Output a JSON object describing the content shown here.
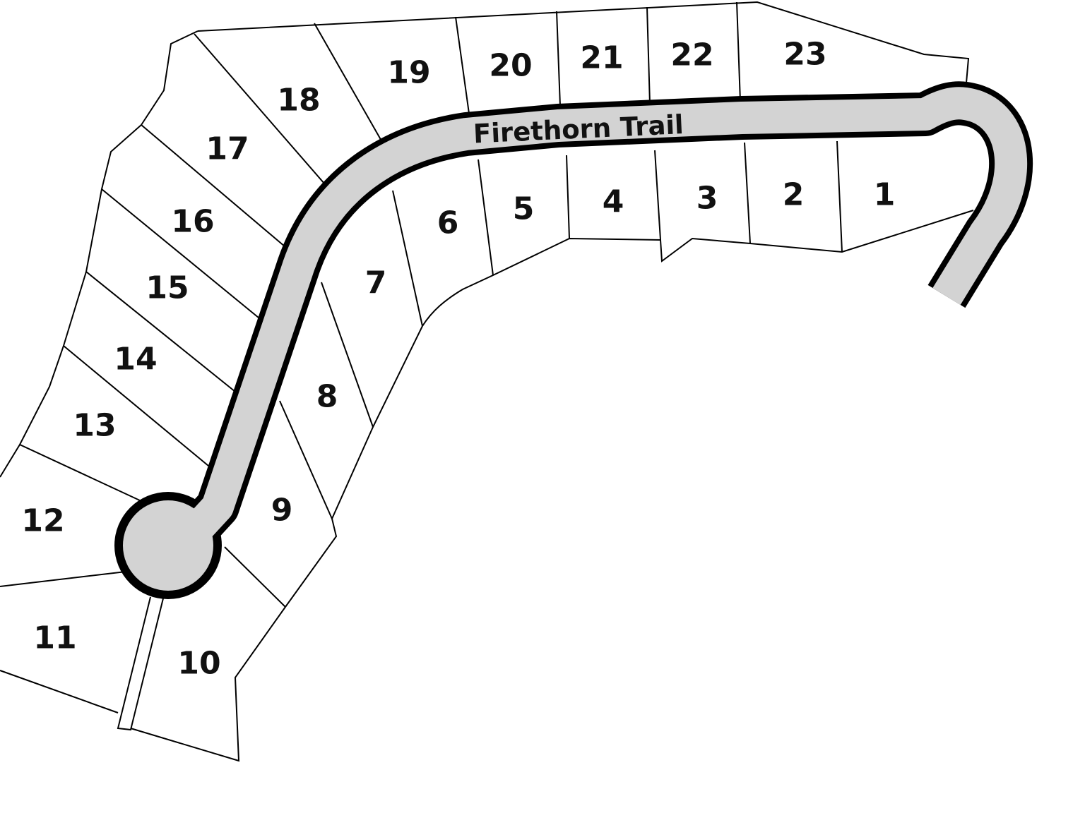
{
  "map": {
    "street_name": "Firethorn Trail",
    "colors": {
      "road_fill": "#d3d3d3",
      "road_edge": "#000000",
      "lot_lines": "#000000",
      "background": "#ffffff"
    },
    "lots": [
      {
        "number": "1"
      },
      {
        "number": "2"
      },
      {
        "number": "3"
      },
      {
        "number": "4"
      },
      {
        "number": "5"
      },
      {
        "number": "6"
      },
      {
        "number": "7"
      },
      {
        "number": "8"
      },
      {
        "number": "9"
      },
      {
        "number": "10"
      },
      {
        "number": "11"
      },
      {
        "number": "12"
      },
      {
        "number": "13"
      },
      {
        "number": "14"
      },
      {
        "number": "15"
      },
      {
        "number": "16"
      },
      {
        "number": "17"
      },
      {
        "number": "18"
      },
      {
        "number": "19"
      },
      {
        "number": "20"
      },
      {
        "number": "21"
      },
      {
        "number": "22"
      },
      {
        "number": "23"
      }
    ]
  }
}
